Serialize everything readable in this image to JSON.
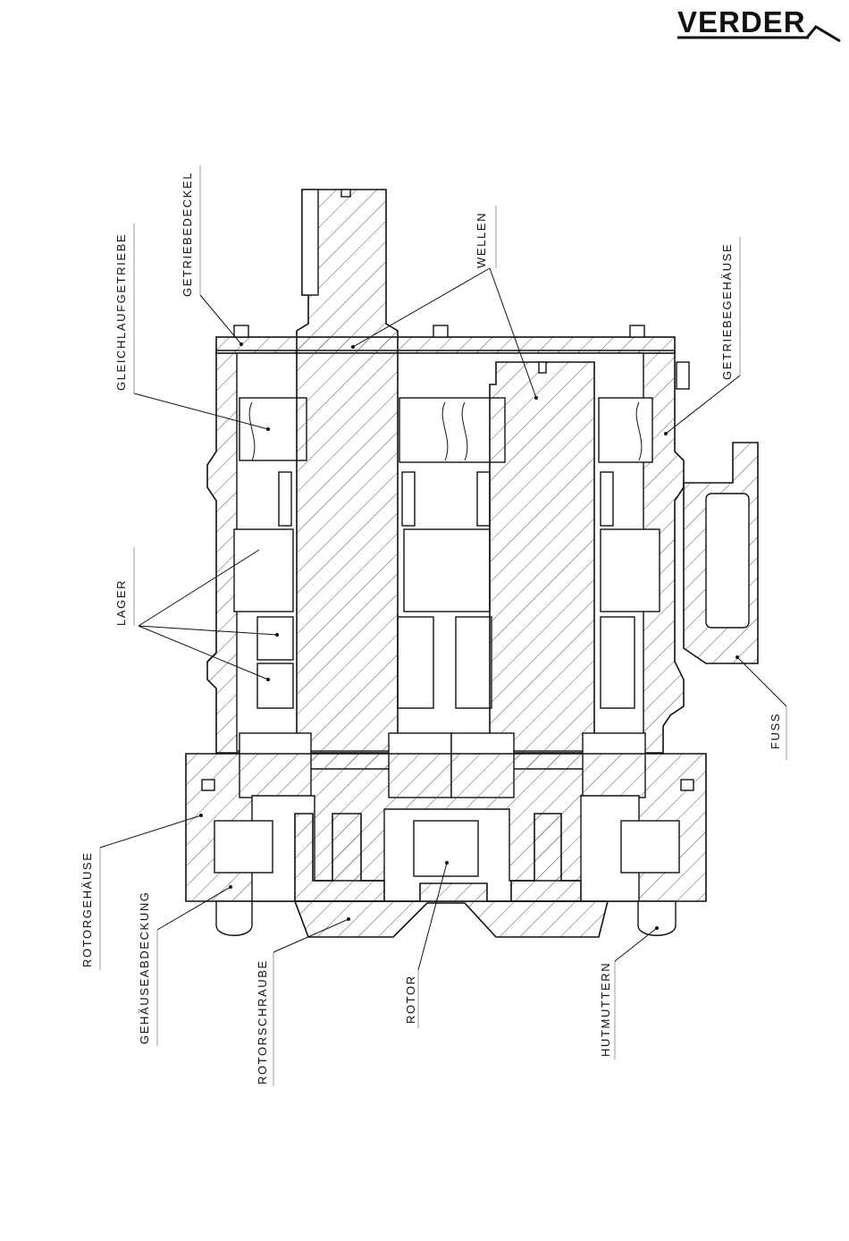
{
  "logo": {
    "text": "VERDER"
  },
  "labels": {
    "getriebedeckel": "GETRIEBEDECKEL",
    "gleichlaufgetriebe": "GLEICHLAUFGETRIEBE",
    "wellen": "WELLEN",
    "getriebegehaeuse": "GETRIEBEGEHÄUSE",
    "lager": "LAGER",
    "fuss": "FUSS",
    "rotorgehaeuse": "ROTORGEHÄUSE",
    "gehaeuseabdeckung": "GEHÄUSEABDECKUNG",
    "rotorschraube": "ROTORSCHRAUBE",
    "rotor": "ROTOR",
    "hutmuttern": "HUTMUTTERN"
  }
}
